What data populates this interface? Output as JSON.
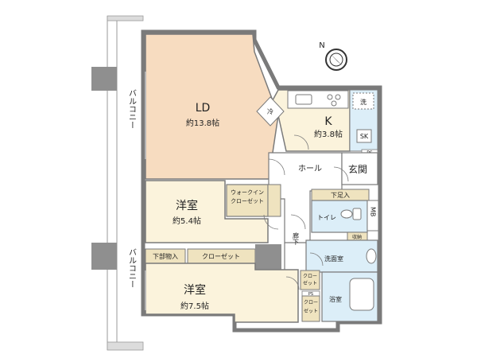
{
  "colors": {
    "ld": "#f7dcc0",
    "kitchen": "#fbf3dc",
    "room": "#fbf3dc",
    "wet": "#dceef8",
    "storage": "#efe3bf",
    "wall": "#7a7a7a",
    "column": "#8f8f8f",
    "balcony_line": "#9a9a9a"
  },
  "rooms": {
    "ld": {
      "name": "LD",
      "area": "約13.8帖"
    },
    "kitchen": {
      "name": "K",
      "area": "約3.8帖"
    },
    "western_1": {
      "name": "洋室",
      "area": "約5.4帖"
    },
    "western_2": {
      "name": "洋室",
      "area": "約7.5帖"
    },
    "hall": {
      "name": "ホール"
    },
    "entrance": {
      "name": "玄関"
    },
    "shoe_closet": {
      "name": "下足入"
    },
    "toilet": {
      "name": "トイレ"
    },
    "mb": {
      "name": "MB"
    },
    "storage": {
      "name": "収納"
    },
    "corridor": {
      "name": "廊下"
    },
    "washroom": {
      "name": "洗面室"
    },
    "bathroom": {
      "name": "浴室"
    },
    "walk_in_closet": {
      "name": "ウォークイン\nクローゼット"
    },
    "lower_storage": {
      "name": "下部物入"
    },
    "closet_1": {
      "name": "クローゼット"
    },
    "closet_2": {
      "name": "クローゼット"
    },
    "closet_3": {
      "name": "クローゼット"
    },
    "fridge": {
      "name": "冷"
    },
    "washer": {
      "name": "洗"
    },
    "sink_sk": {
      "name": "SK"
    },
    "ps_1": {
      "name": "PS"
    },
    "ps_2": {
      "name": "PS"
    }
  },
  "balconies": [
    {
      "name": "バルコニー"
    },
    {
      "name": "バルコニー"
    }
  ],
  "compass": {
    "label": "N"
  }
}
